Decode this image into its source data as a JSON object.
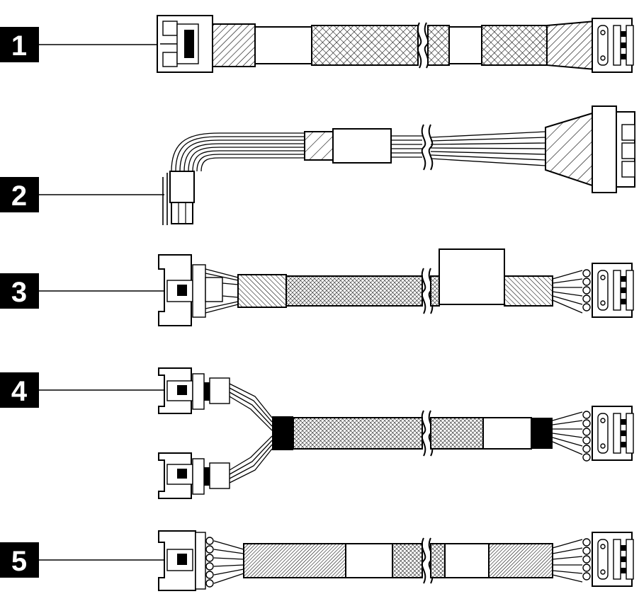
{
  "figure": {
    "background": "#ffffff",
    "callout_fill": "#000000",
    "callout_text_color": "#ffffff",
    "cables": [
      {
        "callout": "1",
        "left_connector": "slimline-connector-icon",
        "right_connector": "sas-power-connector-icon"
      },
      {
        "callout": "2",
        "left_connector": "right-angle-power-connector-icon",
        "right_connector": "backplane-power-connector-icon"
      },
      {
        "callout": "3",
        "left_connector": "mcio-latch-connector-icon",
        "right_connector": "sas-power-connector-icon"
      },
      {
        "callout": "4",
        "left_connector": "dual-mcio-latch-connector-icon",
        "right_connector": "sas-power-connector-icon"
      },
      {
        "callout": "5",
        "left_connector": "slimsas-latch-connector-icon",
        "right_connector": "sas-power-connector-icon"
      }
    ]
  }
}
